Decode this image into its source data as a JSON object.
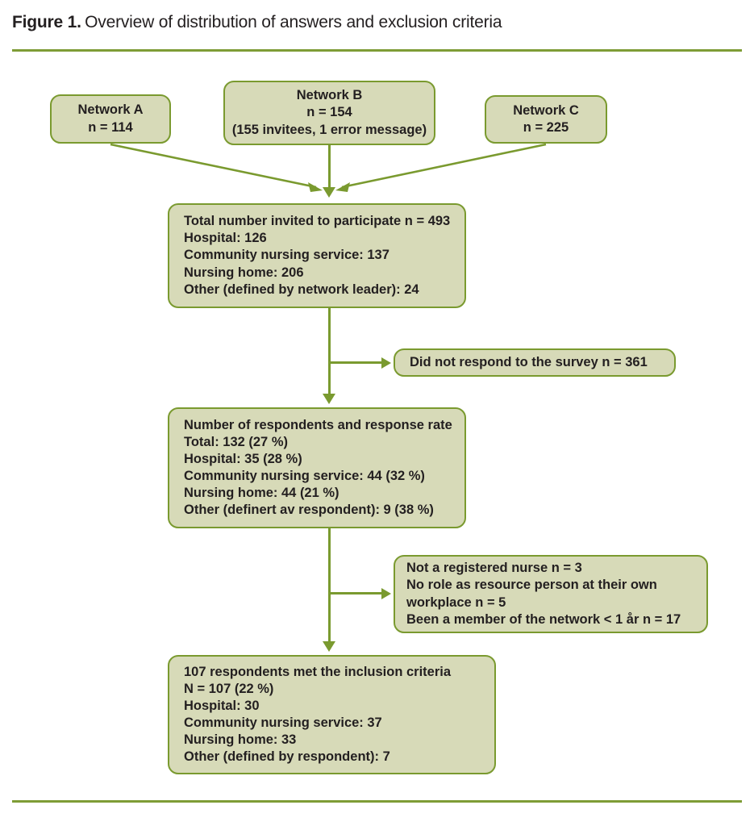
{
  "figure": {
    "label": "Figure 1.",
    "caption": "Overview of distribution of answers and exclusion criteria"
  },
  "colors": {
    "box_fill": "#d7dab8",
    "box_border": "#7a9a2f",
    "rule": "#7e9c36",
    "text": "#231f20"
  },
  "chart_data": {
    "type": "diagram",
    "title": "Overview of distribution of answers and exclusion criteria",
    "nodes": [
      {
        "id": "network-a",
        "lines": [
          "Network A",
          "n = 114"
        ]
      },
      {
        "id": "network-b",
        "lines": [
          "Network B",
          "n = 154",
          "(155 invitees, 1 error message)"
        ]
      },
      {
        "id": "network-c",
        "lines": [
          "Network C",
          "n = 225"
        ]
      },
      {
        "id": "total-invited",
        "lines": [
          "Total number invited to participate n = 493",
          "Hospital: 126",
          "Community nursing service: 137",
          "Nursing home: 206",
          "Other (defined by network leader): 24"
        ]
      },
      {
        "id": "did-not-respond",
        "lines": [
          "Did not respond to the survey n = 361"
        ]
      },
      {
        "id": "respondents",
        "lines": [
          "Number of respondents and response rate",
          "Total: 132 (27 %)",
          "Hospital: 35 (28 %)",
          "Community nursing service: 44 (32 %)",
          "Nursing home: 44 (21 %)",
          "Other (definert av respondent): 9 (38 %)"
        ]
      },
      {
        "id": "exclusions",
        "lines": [
          "Not a registered nurse n = 3",
          "No role as resource person at their own workplace n = 5",
          "Been a member of the network  < 1 år n = 17"
        ]
      },
      {
        "id": "included",
        "lines": [
          "107 respondents met the inclusion criteria",
          "N = 107 (22 %)",
          "Hospital: 30",
          "Community nursing service: 37",
          "Nursing home: 33",
          "Other (defined by respondent): 7"
        ]
      }
    ],
    "edges": [
      {
        "from": "network-a",
        "to": "total-invited",
        "style": "diagonal-arrow"
      },
      {
        "from": "network-b",
        "to": "total-invited",
        "style": "straight-arrow"
      },
      {
        "from": "network-c",
        "to": "total-invited",
        "style": "diagonal-arrow"
      },
      {
        "from": "total-invited",
        "to": "respondents",
        "style": "straight-arrow"
      },
      {
        "from": "total-invited",
        "to": "did-not-respond",
        "style": "branch-right-arrow"
      },
      {
        "from": "respondents",
        "to": "included",
        "style": "straight-arrow"
      },
      {
        "from": "respondents",
        "to": "exclusions",
        "style": "branch-right-arrow"
      }
    ]
  }
}
